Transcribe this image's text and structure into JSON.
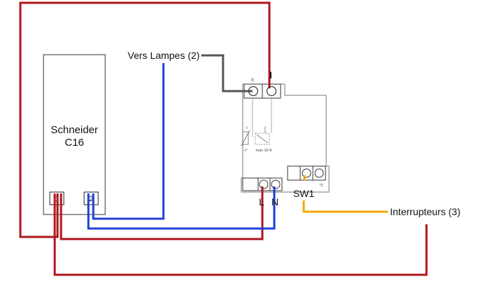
{
  "breaker": {
    "brand": "Schneider",
    "model": "C16",
    "terminal_1": "1",
    "terminal_2": "2"
  },
  "relay": {
    "label_zero": "0",
    "label_one": "I",
    "label_l": "L",
    "label_n": "N",
    "label_sw": "SW1",
    "label_max": "max 16 A",
    "label_t1": "-t°",
    "label_t2": "*2"
  },
  "labels": {
    "lamps": "Vers Lampes (2)",
    "switches": "Interrupteurs (3)"
  },
  "colors": {
    "phase": "#b0151e",
    "neutral": "#1f3fd4",
    "switch": "#f5a800",
    "lamp": "#555555"
  }
}
